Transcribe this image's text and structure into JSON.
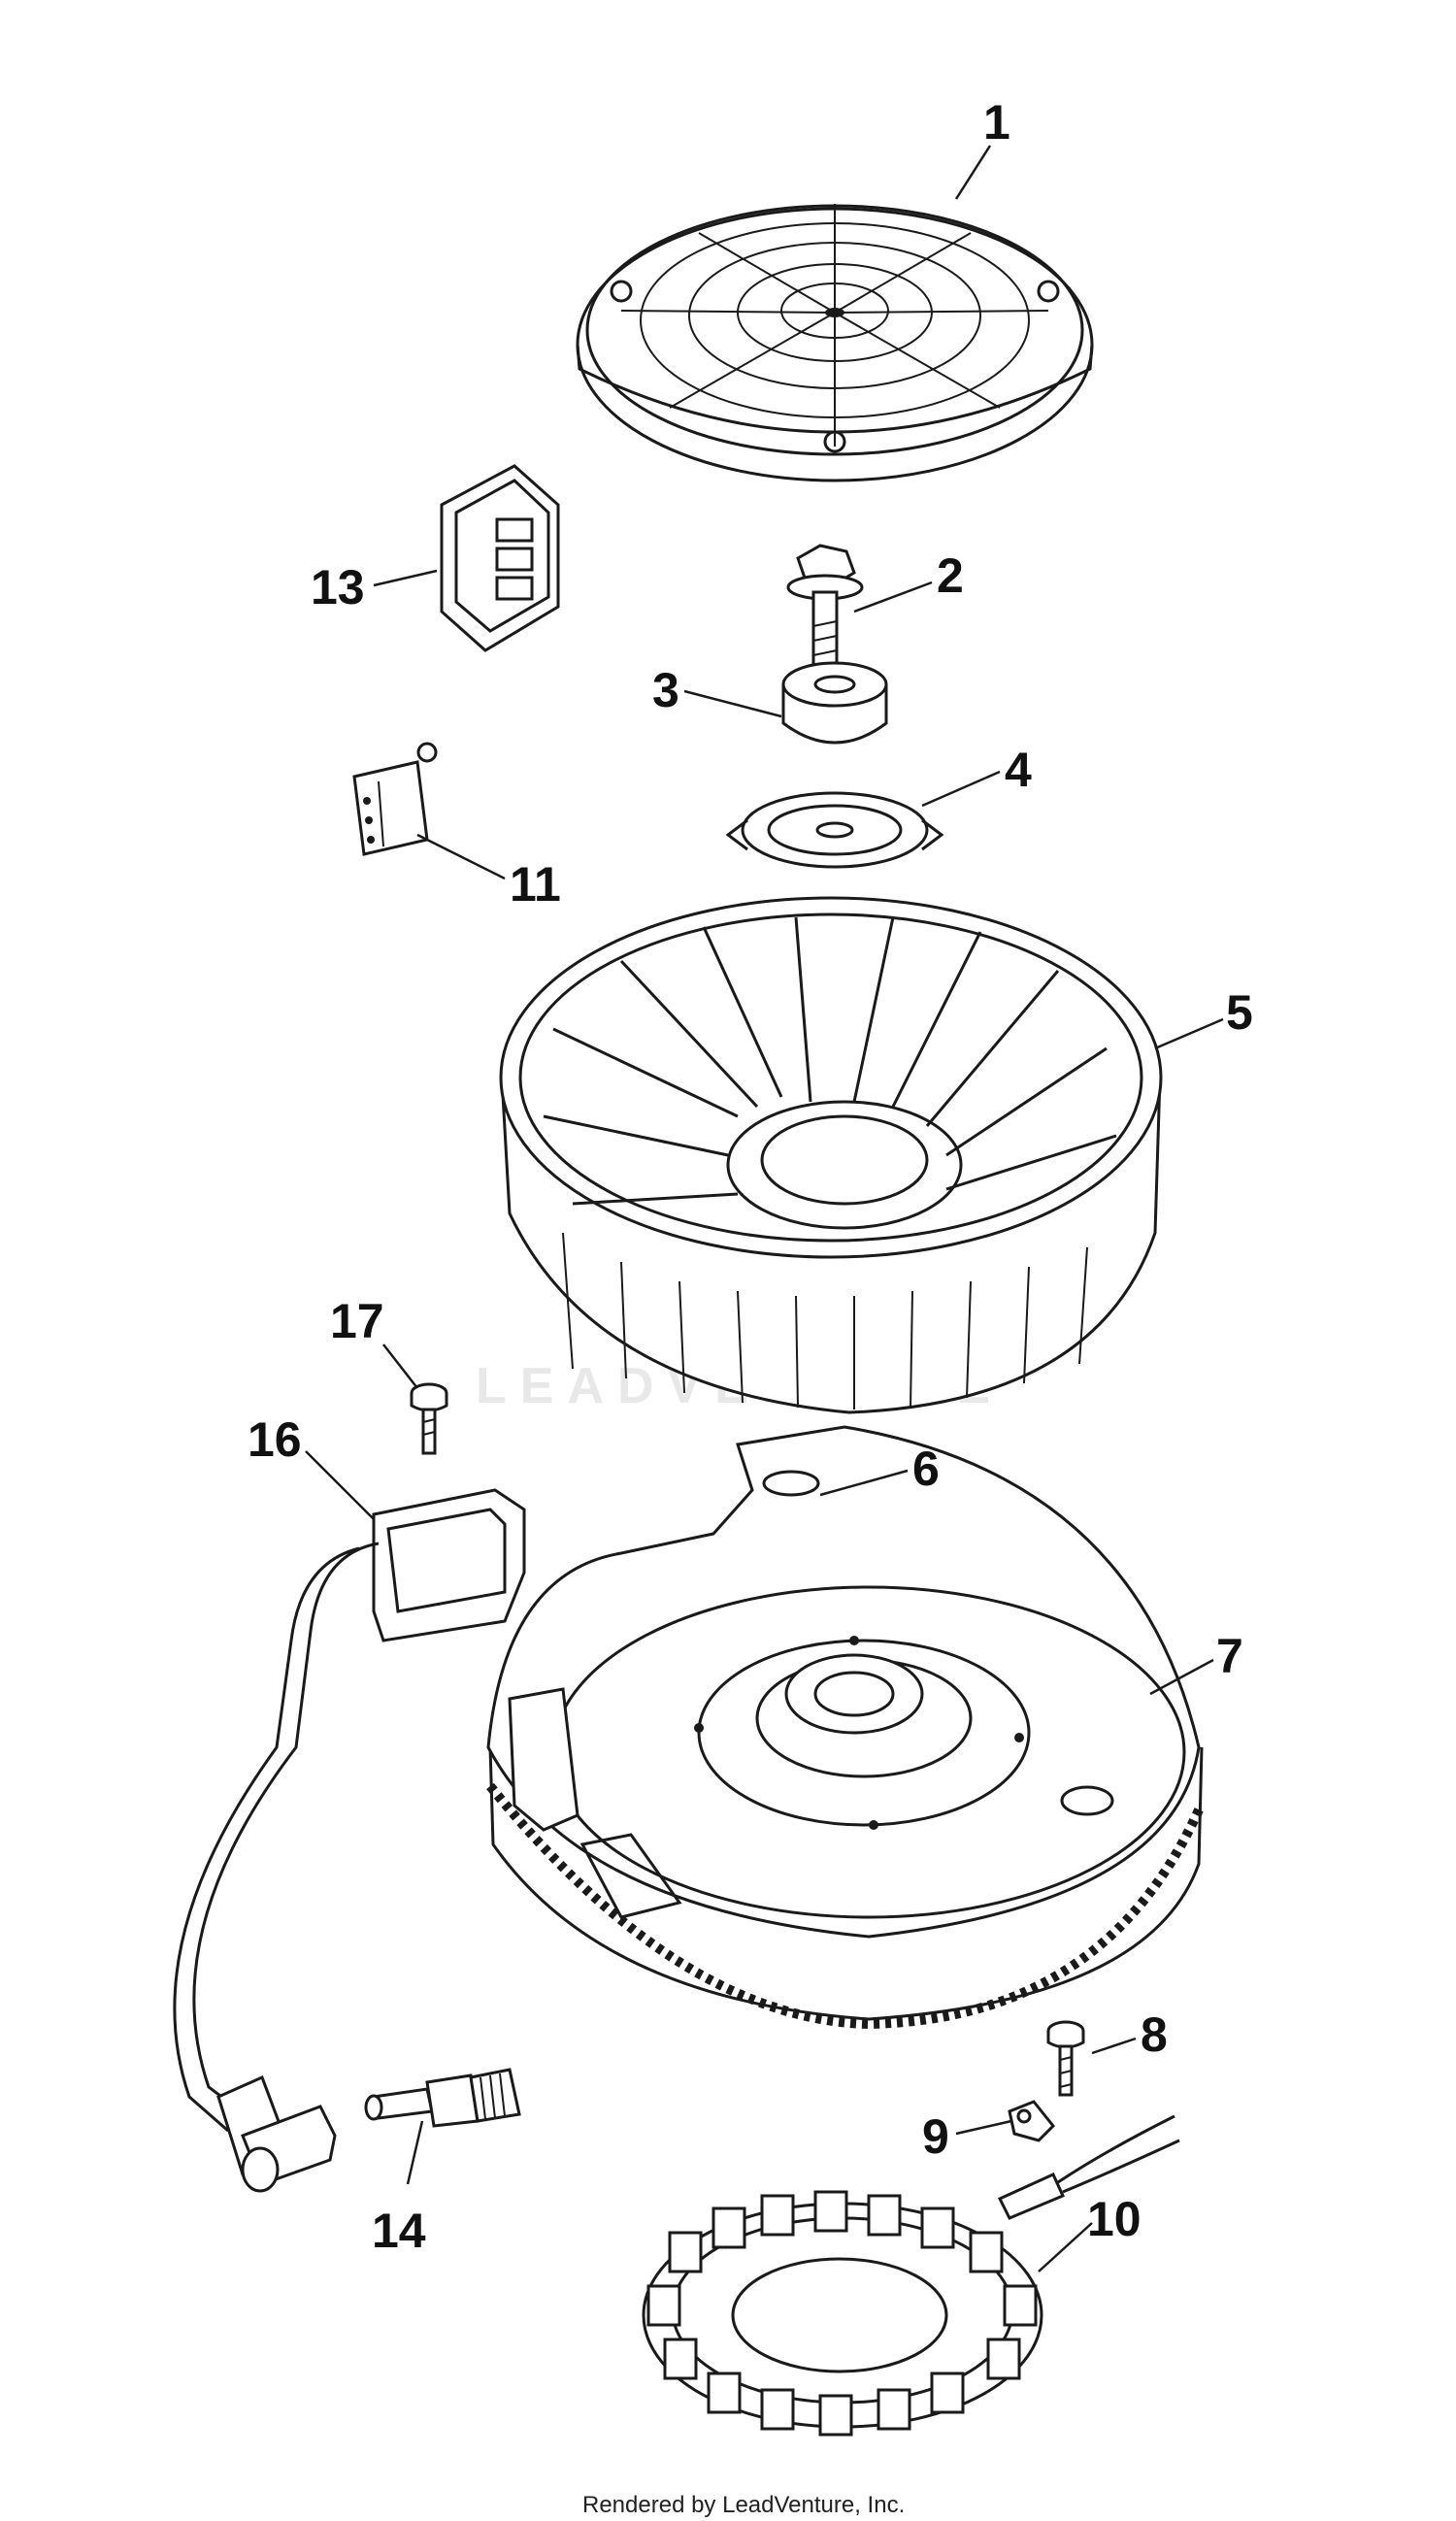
{
  "diagram": {
    "watermark": "LEADVENTURE",
    "footer": "Rendered by LeadVenture, Inc.",
    "callouts": [
      {
        "id": "1",
        "label": "1"
      },
      {
        "id": "2",
        "label": "2"
      },
      {
        "id": "3",
        "label": "3"
      },
      {
        "id": "4",
        "label": "4"
      },
      {
        "id": "5",
        "label": "5"
      },
      {
        "id": "6",
        "label": "6"
      },
      {
        "id": "7",
        "label": "7"
      },
      {
        "id": "8",
        "label": "8"
      },
      {
        "id": "9",
        "label": "9"
      },
      {
        "id": "10",
        "label": "10"
      },
      {
        "id": "11",
        "label": "11"
      },
      {
        "id": "13",
        "label": "13"
      },
      {
        "id": "14",
        "label": "14"
      },
      {
        "id": "16",
        "label": "16"
      },
      {
        "id": "17",
        "label": "17"
      }
    ]
  }
}
